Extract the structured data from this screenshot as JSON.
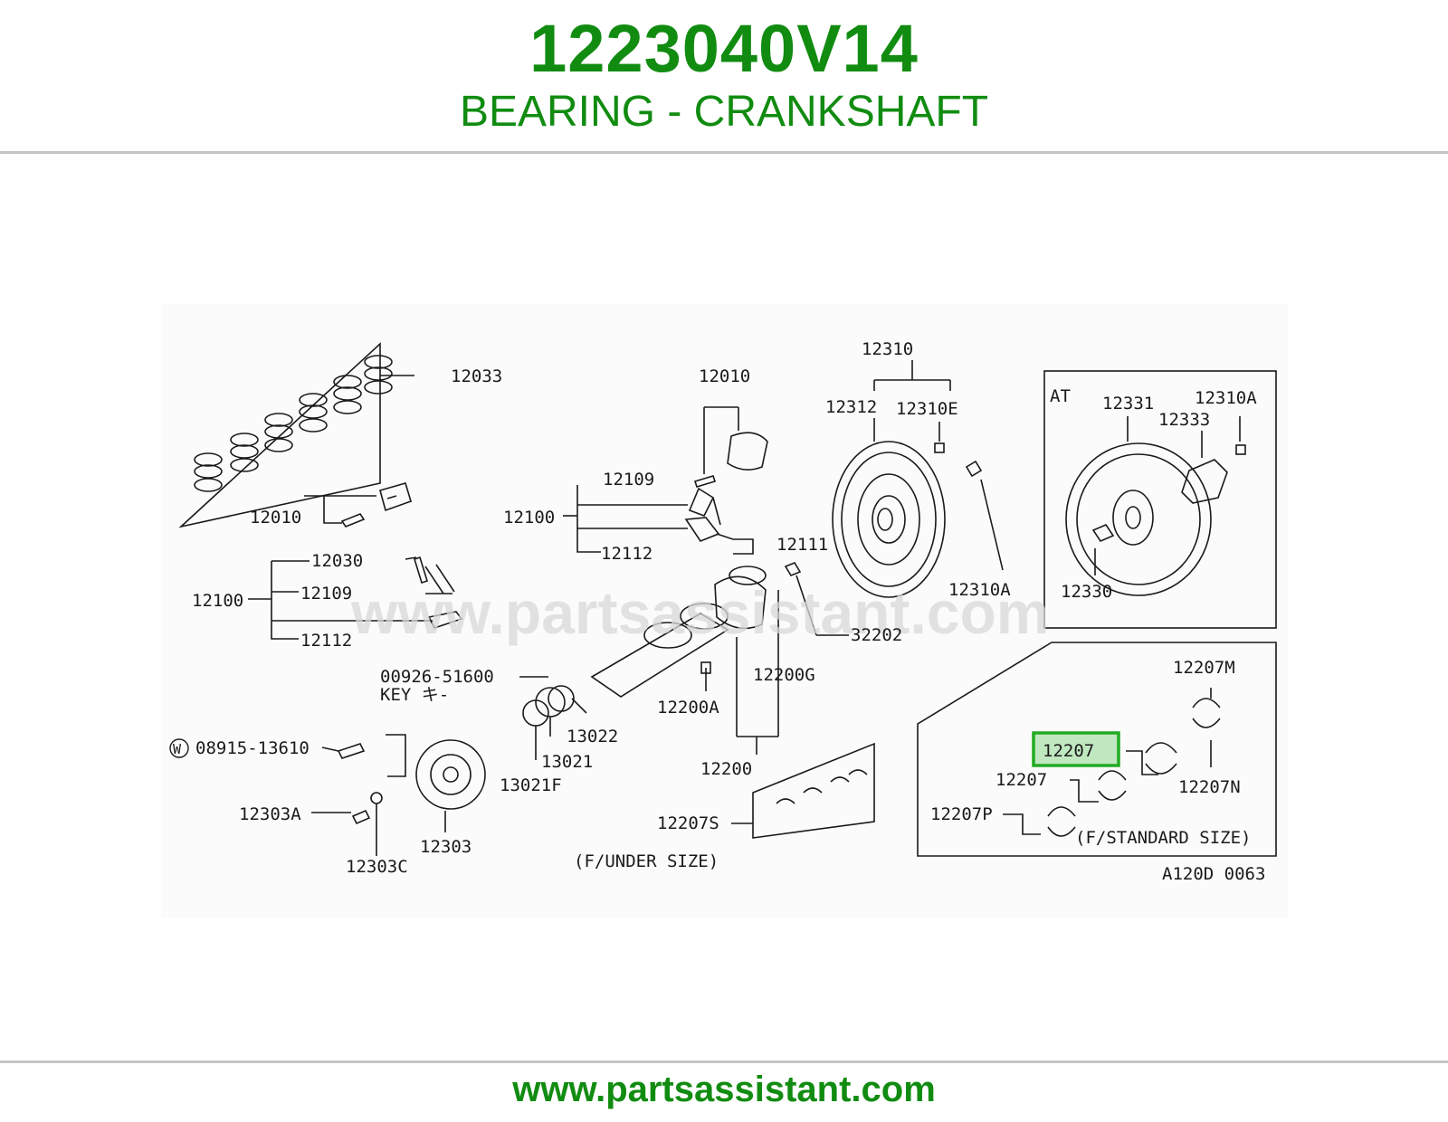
{
  "header": {
    "part_number": "1223040V14",
    "description": "BEARING - CRANKSHAFT"
  },
  "footer": {
    "url": "www.partsassistant.com"
  },
  "colors": {
    "brand_green": "#118c11",
    "highlight_green": "#22aa22",
    "rule_gray": "#c4c4c4"
  },
  "diagram": {
    "watermark": "www.partsassistant.com",
    "ref_code": "A120D 0063",
    "highlighted_part": "12207",
    "section_labels": {
      "at": "AT",
      "under_size": "(F/UNDER SIZE)",
      "standard_size": "(F/STANDARD SIZE)"
    },
    "key_note": "KEY キ-",
    "callouts": {
      "c12033": "12033",
      "c12010_left": "12010",
      "c12100_left": "12100",
      "c12030": "12030",
      "c12109_left": "12109",
      "c12112_left": "12112",
      "c12010_mid": "12010",
      "c12109_mid": "12109",
      "c12100_mid": "12100",
      "c12112_mid": "12112",
      "c12111": "12111",
      "c32202": "32202",
      "c00926": "00926-51600",
      "c12200A": "12200A",
      "c12200G": "12200G",
      "c12200": "12200",
      "c13022": "13022",
      "c13021": "13021",
      "c13021F": "13021F",
      "c08915": "08915-13610",
      "c12303A": "12303A",
      "c12303C": "12303C",
      "c12303": "12303",
      "c12207S": "12207S",
      "c12310": "12310",
      "c12312": "12312",
      "c12310E": "12310E",
      "c12310A_mid": "12310A",
      "c12331": "12331",
      "c12310A_at": "12310A",
      "c12333": "12333",
      "c12330": "12330",
      "c12207M": "12207M",
      "c12207_hl": "12207",
      "c12207N": "12207N",
      "c12207_2": "12207",
      "c12207P": "12207P"
    }
  }
}
